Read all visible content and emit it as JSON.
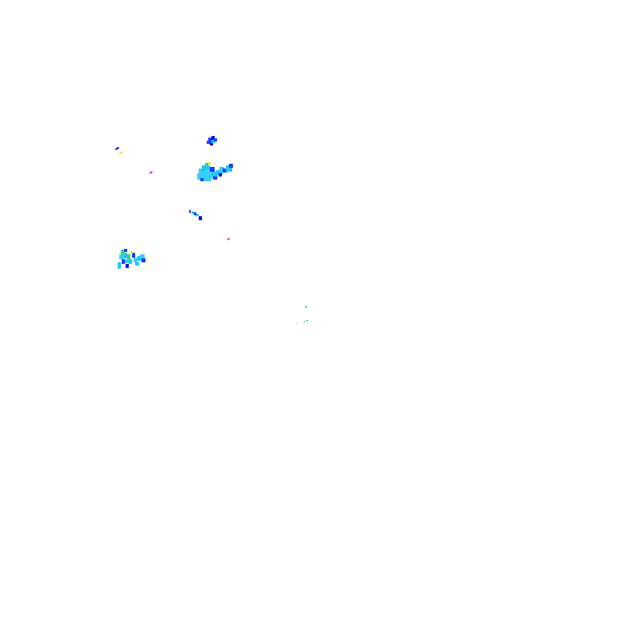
{
  "map": {
    "background": "#ffffff",
    "legend": "none",
    "labels": "none",
    "palette": {
      "cyan": "#1ec8f0",
      "light_cyan": "#38d0f8",
      "blue": "#1e3cff",
      "dark_blue": "#0a0adc",
      "green": "#30d870",
      "yellow": "#f0e020",
      "magenta": "#e020d0",
      "teal": "#18b8c8"
    },
    "echo_clusters": [
      {
        "name": "echo-cluster-north",
        "dominant_color": "blue"
      },
      {
        "name": "echo-cluster-main",
        "dominant_color": "light_cyan"
      },
      {
        "name": "echo-cluster-west",
        "dominant_color": "cyan"
      },
      {
        "name": "echo-cluster-mid",
        "dominant_color": "blue"
      },
      {
        "name": "echo-cluster-center-trace",
        "dominant_color": "teal"
      }
    ],
    "isolated_specks": [
      {
        "name": "speck-nw-blue",
        "color": "dark_blue"
      },
      {
        "name": "speck-nw-yellow",
        "color": "yellow"
      },
      {
        "name": "speck-magenta-1",
        "color": "magenta"
      },
      {
        "name": "speck-magenta-2",
        "color": "magenta"
      }
    ]
  }
}
